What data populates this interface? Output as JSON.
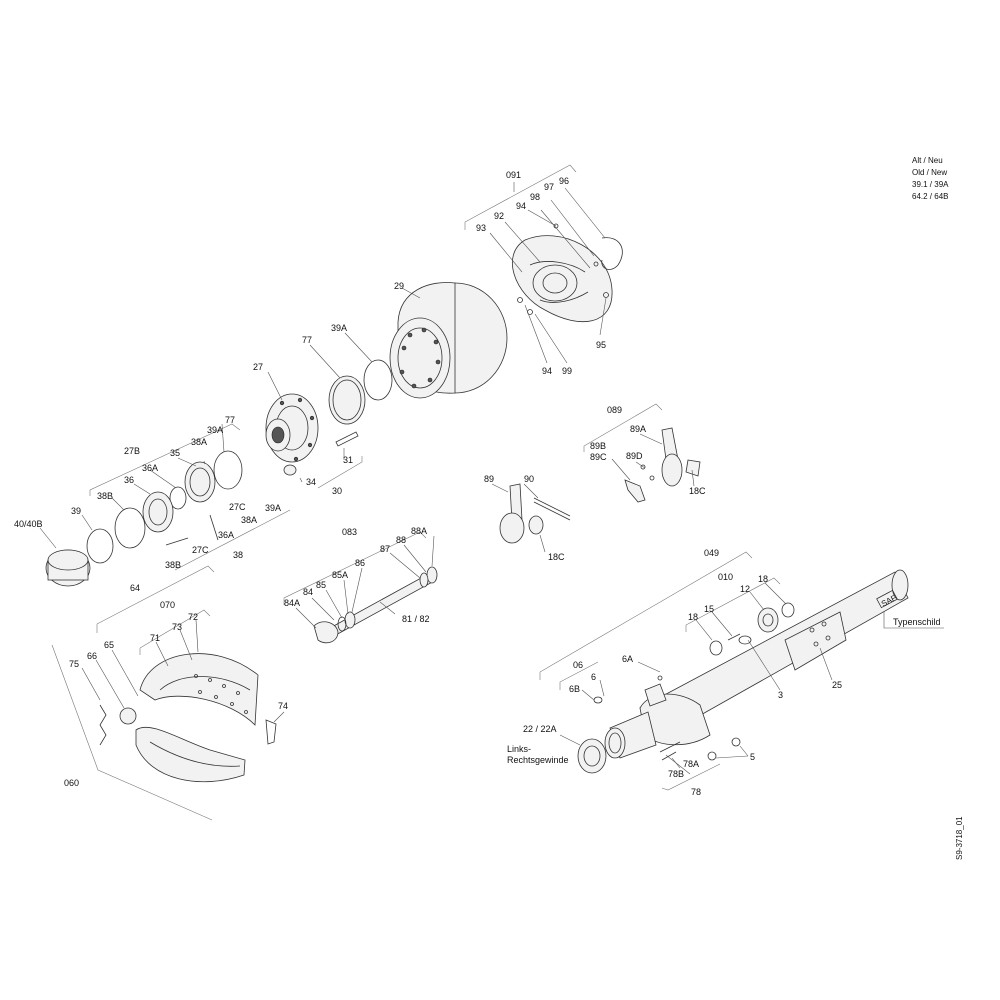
{
  "legend": {
    "line1": "Alt / Neu",
    "line2": "Old / New",
    "line3": "39.1 / 39A",
    "line4": "64.2 / 64B"
  },
  "drawing_id": "S9-3718_01",
  "labels": {
    "l091": "091",
    "l96": "96",
    "l97": "97",
    "l98": "98",
    "l94a": "94",
    "l92": "92",
    "l93": "93",
    "l29": "29",
    "l95": "95",
    "l94b": "94",
    "l99": "99",
    "l39A": "39A",
    "l77": "77",
    "l27": "27",
    "l31": "31",
    "l34": "34",
    "l30": "30",
    "l77b": "77",
    "l39Ab": "39A",
    "l38A": "38A",
    "l27B": "27B",
    "l35": "35",
    "l36A": "36A",
    "l36": "36",
    "l38B": "38B",
    "l39": "39",
    "l40": "40/40B",
    "l27C": "27C",
    "l39Ac": "39A",
    "l38Ab": "38A",
    "l36Ab": "36A",
    "l27Cb": "27C",
    "l38": "38",
    "l38Bb": "38B",
    "l089": "089",
    "l89A": "89A",
    "l89B": "89B",
    "l89C": "89C",
    "l89D": "89D",
    "l18Ca": "18C",
    "l89": "89",
    "l90": "90",
    "l18Cb": "18C",
    "l083": "083",
    "l88A": "88A",
    "l88": "88",
    "l87": "87",
    "l86": "86",
    "l85A": "85A",
    "l85": "85",
    "l84": "84",
    "l84A": "84A",
    "l8182": "81 / 82",
    "l64": "64",
    "l070": "070",
    "l72": "72",
    "l73": "73",
    "l71": "71",
    "l65": "65",
    "l66": "66",
    "l75": "75",
    "l74": "74",
    "l060": "060",
    "l049": "049",
    "l010": "010",
    "l18a": "18",
    "l12": "12",
    "l15": "15",
    "l18b": "18",
    "l3": "3",
    "l25": "25",
    "typenschild": "Typenschild",
    "saf": "SAF",
    "l06": "06",
    "l6A": "6A",
    "l6": "6",
    "l6B": "6B",
    "l22": "22 / 22A",
    "links": "Links-",
    "rechts": "Rechtsgewinde",
    "l78A": "78A",
    "l78B": "78B",
    "l78": "78",
    "l5": "5"
  }
}
